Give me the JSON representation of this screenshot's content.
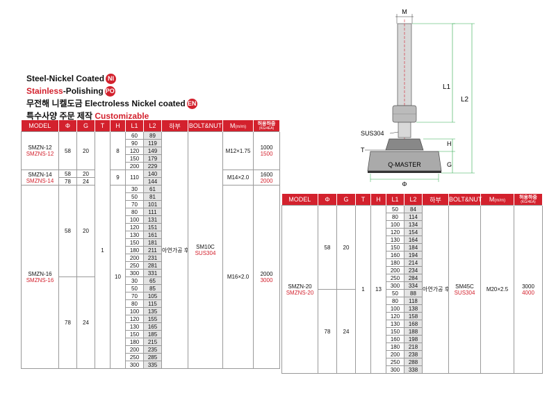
{
  "legend": {
    "line1_text": "Steel-Nickel Coated",
    "line1_badge": "NI",
    "line2_a": "Stainless",
    "line2_b": "-Polishing",
    "line2_badge": "PO",
    "line3_text": "무전해 니켈도금 Electroless Nickel coated",
    "line3_badge": "EN",
    "line4_text": "특수사양 주문 제작",
    "line4_custom": "Customizable"
  },
  "headers": {
    "model": "MODEL",
    "phi": "Φ",
    "g": "G",
    "t": "T",
    "h": "H",
    "l1": "L1",
    "l2": "L2",
    "base": "하부",
    "bolt": "BOLT&NUT",
    "m": "M",
    "m_unit": "(m/m)",
    "load": "허용하중",
    "load_unit": "(KG/4EA)"
  },
  "diagram": {
    "m": "M",
    "l1": "L1",
    "l2": "L2",
    "sus": "SUS304",
    "t": "T",
    "h": "H",
    "g": "G",
    "brand": "Q-MASTER",
    "phi": "Φ"
  },
  "table1": {
    "rows": [
      [
        "60",
        "89"
      ],
      [
        "90",
        "119"
      ],
      [
        "120",
        "149"
      ],
      [
        "150",
        "179"
      ],
      [
        "200",
        "229"
      ],
      [
        "110",
        "140"
      ],
      [
        "",
        "144"
      ],
      [
        "30",
        "61"
      ],
      [
        "50",
        "81"
      ],
      [
        "70",
        "101"
      ],
      [
        "80",
        "111"
      ],
      [
        "100",
        "131"
      ],
      [
        "120",
        "151"
      ],
      [
        "130",
        "161"
      ],
      [
        "150",
        "181"
      ],
      [
        "180",
        "211"
      ],
      [
        "200",
        "231"
      ],
      [
        "250",
        "281"
      ],
      [
        "300",
        "331"
      ],
      [
        "30",
        "65"
      ],
      [
        "50",
        "85"
      ],
      [
        "70",
        "105"
      ],
      [
        "80",
        "115"
      ],
      [
        "100",
        "135"
      ],
      [
        "120",
        "155"
      ],
      [
        "130",
        "165"
      ],
      [
        "150",
        "185"
      ],
      [
        "180",
        "215"
      ],
      [
        "200",
        "235"
      ],
      [
        "250",
        "285"
      ],
      [
        "300",
        "335"
      ]
    ],
    "g1": {
      "model": "SMZN-12",
      "model_r": "SMZNS-12",
      "phi": "58",
      "g": "20",
      "h": "8",
      "m": "M12×1.75",
      "load": "1000",
      "load_r": "1500"
    },
    "g2": {
      "model": "SMZN-14",
      "model_r": "SMZNS-14",
      "phi_a": "58",
      "g_a": "20",
      "phi_b": "78",
      "g_b": "24",
      "h": "9",
      "m": "M14×2.0",
      "load": "1600",
      "load_r": "2000"
    },
    "g3": {
      "model": "SMZN-16",
      "model_r": "SMZNS-16",
      "phi_a": "58",
      "g_a": "20",
      "phi_b": "78",
      "g_b": "24",
      "h": "10",
      "m": "M16×2.0",
      "load": "2000",
      "load_r": "3000"
    },
    "t": "1",
    "base": "아연가공 후 니켈도금",
    "bolt": "SM10C",
    "bolt_r": "SUS304"
  },
  "table2": {
    "rows": [
      [
        "50",
        "84"
      ],
      [
        "80",
        "114"
      ],
      [
        "100",
        "134"
      ],
      [
        "120",
        "154"
      ],
      [
        "130",
        "164"
      ],
      [
        "150",
        "184"
      ],
      [
        "160",
        "194"
      ],
      [
        "180",
        "214"
      ],
      [
        "200",
        "234"
      ],
      [
        "250",
        "284"
      ],
      [
        "300",
        "334"
      ],
      [
        "50",
        "88"
      ],
      [
        "80",
        "118"
      ],
      [
        "100",
        "138"
      ],
      [
        "120",
        "158"
      ],
      [
        "130",
        "168"
      ],
      [
        "150",
        "188"
      ],
      [
        "160",
        "198"
      ],
      [
        "180",
        "218"
      ],
      [
        "200",
        "238"
      ],
      [
        "250",
        "288"
      ],
      [
        "300",
        "338"
      ]
    ],
    "model": "SMZN-20",
    "model_r": "SMZNS-20",
    "phi_a": "58",
    "g_a": "20",
    "phi_b": "78",
    "g_b": "24",
    "t": "1",
    "h": "13",
    "base": "아연가공 후 니켈도금",
    "bolt": "SM45C",
    "bolt_r": "SUS304",
    "m": "M20×2.5",
    "load": "3000",
    "load_r": "4000"
  }
}
